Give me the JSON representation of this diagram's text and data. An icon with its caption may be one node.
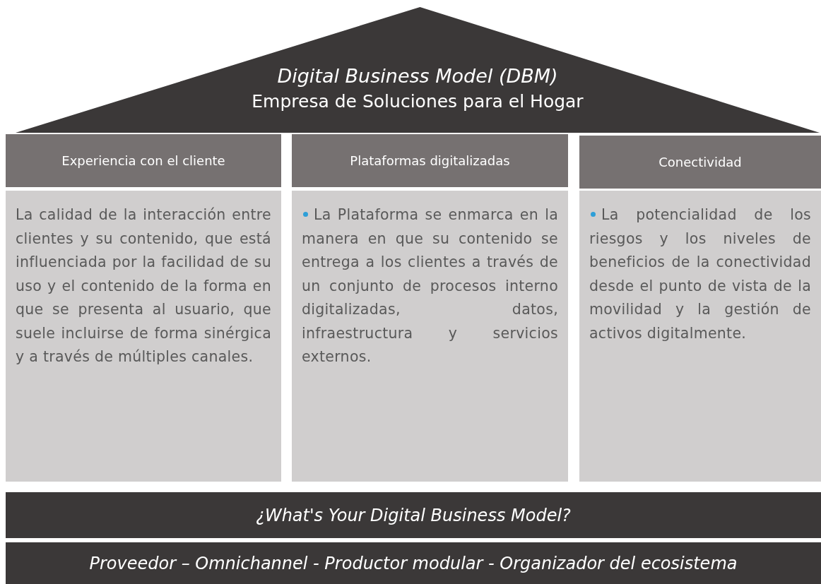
{
  "diagram": {
    "nodes": [
      {
        "text": [
          "Digital Business Model (DBM)",
          "Empresa de Soluciones para el Hogar"
        ]
      },
      {
        "text": [
          "Experiencia con el cliente"
        ]
      },
      {
        "text": [
          "Plataformas digitalizadas"
        ]
      },
      {
        "text": [
          "Conectividad"
        ]
      },
      {
        "text": [
          "La calidad de la interacción entre clientes y su contenido, que está influenciada por la facilidad de su uso y el contenido de la forma en que se presenta al usuario, que suele incluirse de forma sinérgica y a través de múltiples canales."
        ]
      },
      {
        "text": [
          "La Plataforma se enmarca en la manera en que su contenido se entrega a los clientes a través de un conjunto de procesos interno digitalizadas, datos, infraestructura y servicios externos."
        ]
      },
      {
        "text": [
          "La potencialidad de los riesgos y los niveles de beneficios de la conectividad desde el punto de vista de la movilidad y la gestión de activos digitalmente."
        ]
      },
      {
        "text": [
          "¿What's Your Digital Business Model?"
        ]
      },
      {
        "text": [
          "Proveedor – Omnichannel - Productor modular - Organizador del ecosistema"
        ]
      }
    ]
  }
}
